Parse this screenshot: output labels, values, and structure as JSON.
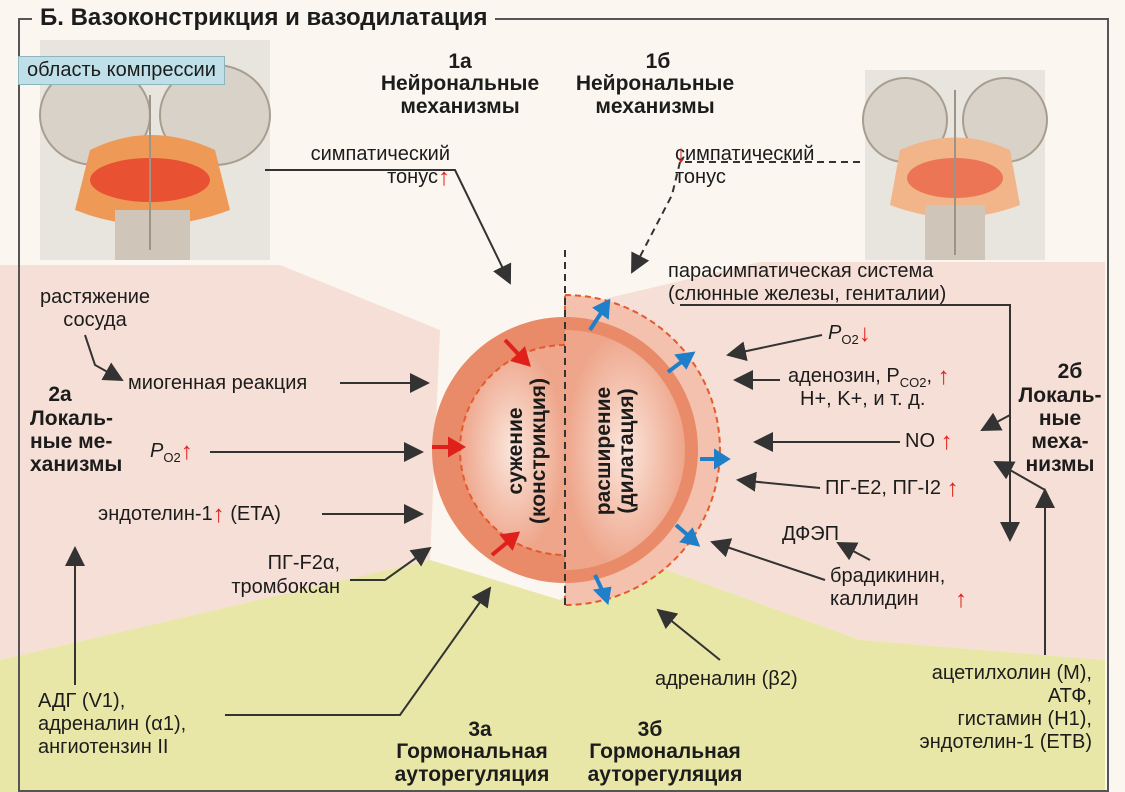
{
  "title": "Б. Вазоконстрикция и вазодилатация",
  "compression_label": "область компрессии",
  "zone_1a": {
    "num": "1а",
    "name": "Нейрональные\nмеханизмы"
  },
  "zone_1b": {
    "num": "1б",
    "name": "Нейрональные\nмеханизмы"
  },
  "zone_2a": {
    "num": "2а",
    "name": "Локаль-\nные ме-\nханизмы"
  },
  "zone_2b": {
    "num": "2б",
    "name": "Локаль-\nные\nмеха-\nнизмы"
  },
  "zone_3a": {
    "num": "3а",
    "name": "Гормональная\nауторегуляция"
  },
  "zone_3b": {
    "num": "3б",
    "name": "Гормональная\nауторегуляция"
  },
  "left": {
    "sympathetic_tone": "симпатический\nтонус",
    "vessel_stretch": "растяжение\nсосуда",
    "myogenic": "миогенная реакция",
    "po2_prefix": "P",
    "po2_sub": "O2",
    "endothelin": "эндотелин-1",
    "endothelin_receptor": "(ETA)",
    "pg_f2a": "ПГ-F2α,",
    "thromboxane": "тромбоксан",
    "hormones": "АДГ (V1),\nадреналин (α1),\nангиотензин II"
  },
  "right": {
    "sympathetic_tone": "симпатический\nтонус",
    "parasympathetic": "парасимпатическая система\n(слюнные железы, гениталии)",
    "po2_prefix": "P",
    "po2_sub": "O2",
    "adenosine": "аденозин, P",
    "adenosine_sub": "CO2",
    "ions": "H+, K+, и т. д.",
    "no": "NO",
    "pg": "ПГ-E2, ПГ-I2",
    "dfep": "ДФЭП",
    "bradykinin": "брадикинин,\nкаллидин",
    "adrenaline_b2": "адреналин (β2)",
    "hormones": "ацетилхолин (M),\nАТФ,\nгистамин (H1),\nэндотелин-1 (ETB)"
  },
  "circle": {
    "constriction": "сужение\n(констрикция)",
    "dilation": "расширение\n(дилатация)"
  },
  "colors": {
    "pink_zone": "#f6dfd6",
    "yellow_zone": "#e8e7a8",
    "arrow_red": "#e0201b",
    "arrow_blue": "#1f7fc8",
    "vessel": "#e98a68"
  }
}
